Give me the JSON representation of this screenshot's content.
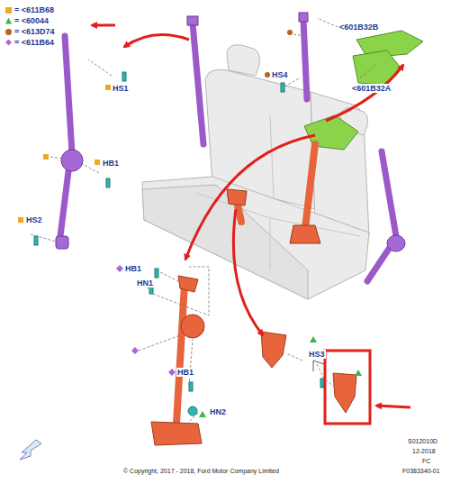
{
  "diagram": {
    "labels": [
      "HS1",
      "<601B32B",
      "HS4",
      "<601B32A",
      "HB1",
      "HS2",
      "HB1",
      "HN1",
      "HB1",
      "HS3",
      "HN2",
      "S012010D",
      "12-2018",
      "FC",
      "F0383340-01",
      "© Copyright, 2017 - 2018, Ford Motor Company Limited"
    ],
    "legend": [
      {
        "text": "= <611B68",
        "color": "#f5a623"
      },
      {
        "text": "= <60044",
        "color": "#3cb44b"
      },
      {
        "text": "= <613D74",
        "color": "#b5651d"
      },
      {
        "text": "= <611B64",
        "color": "#a569d6"
      }
    ]
  }
}
